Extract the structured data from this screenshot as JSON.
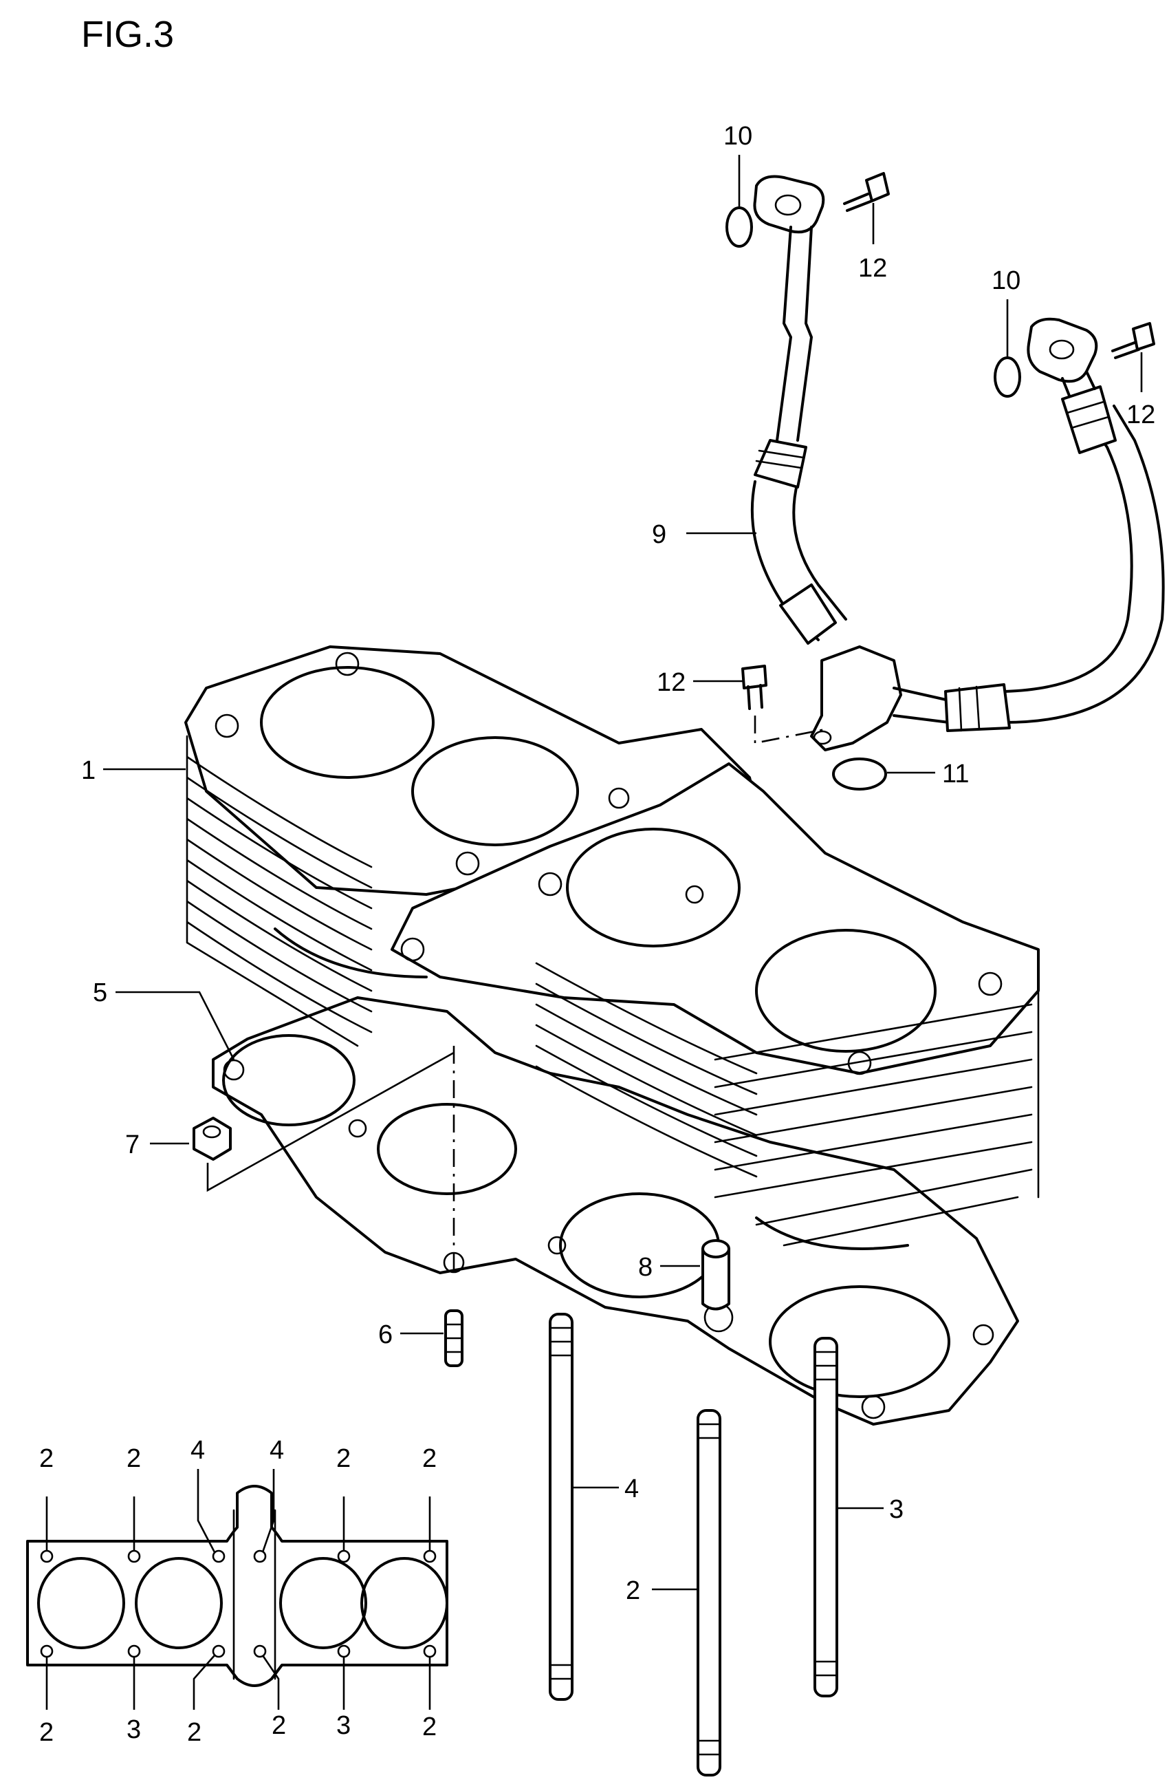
{
  "figure_title": "FIG.3",
  "callouts": {
    "c1": "1",
    "c2": "2",
    "c3": "3",
    "c4": "4",
    "c5": "5",
    "c6": "6",
    "c7": "7",
    "c8": "8",
    "c9": "9",
    "c10": "10",
    "c11": "11",
    "c12": "12"
  }
}
